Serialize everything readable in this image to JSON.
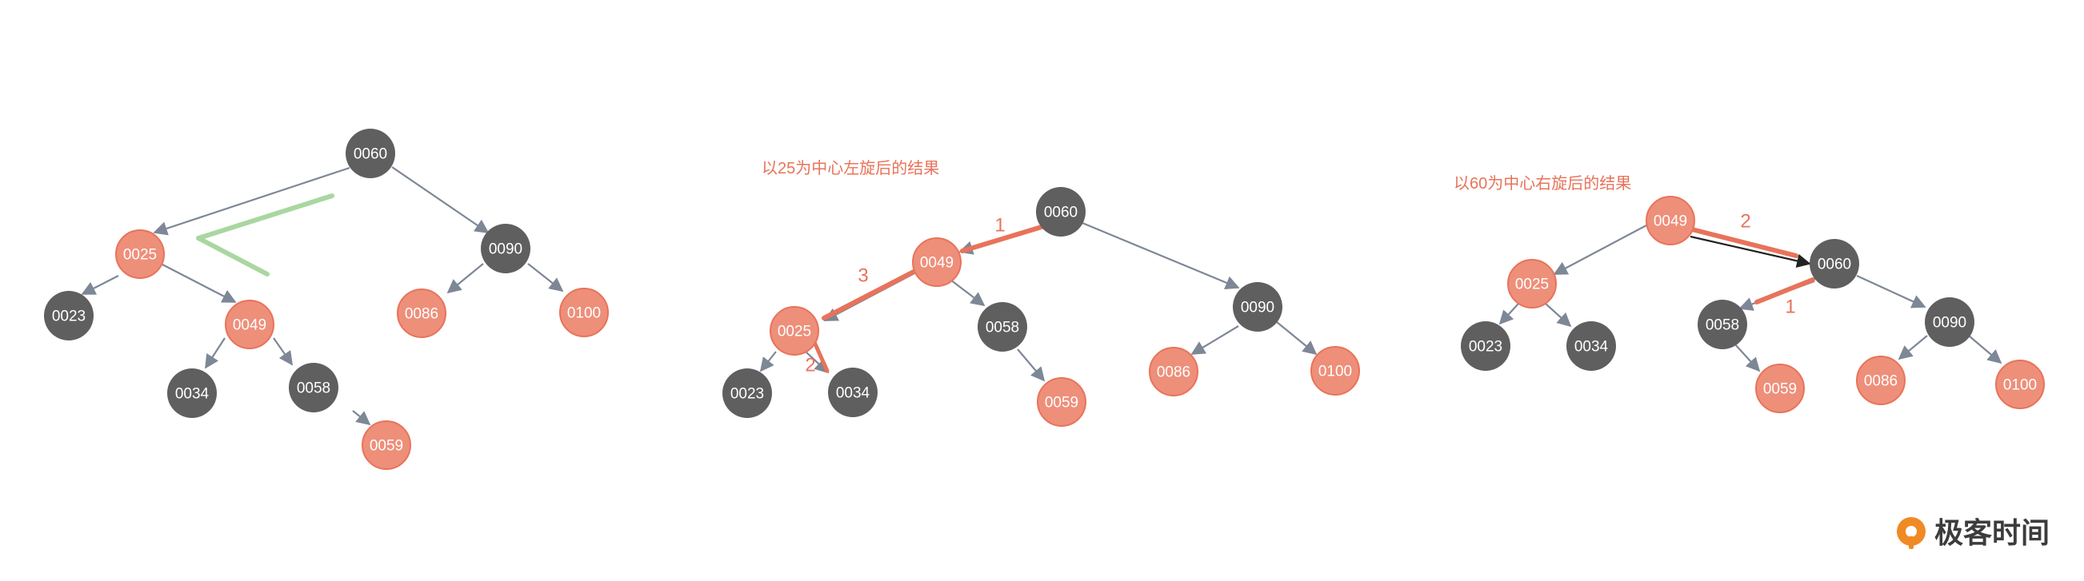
{
  "colors": {
    "black_node": "#5f5f5f",
    "red_node": "#ee8f7a",
    "red_stroke": "#e8735a",
    "edge": "#7d8796",
    "highlight": "#e8735a",
    "green_mark": "#a9d7a0",
    "brand_orange": "#f08a24"
  },
  "captions": {
    "left_rotate": "以25为中心左旋后的结果",
    "right_rotate": "以60为中心右旋后的结果"
  },
  "brand": {
    "text": "极客时间"
  },
  "trees": [
    {
      "id": "original",
      "nodes": [
        {
          "label": "0060",
          "color": "black"
        },
        {
          "label": "0025",
          "color": "red"
        },
        {
          "label": "0090",
          "color": "black"
        },
        {
          "label": "0023",
          "color": "black"
        },
        {
          "label": "0049",
          "color": "red"
        },
        {
          "label": "0086",
          "color": "red"
        },
        {
          "label": "0100",
          "color": "red"
        },
        {
          "label": "0034",
          "color": "black"
        },
        {
          "label": "0058",
          "color": "black"
        },
        {
          "label": "0059",
          "color": "red"
        }
      ]
    },
    {
      "id": "after-left-rotation",
      "nodes": [
        {
          "label": "0060",
          "color": "black"
        },
        {
          "label": "0049",
          "color": "red"
        },
        {
          "label": "0090",
          "color": "black"
        },
        {
          "label": "0025",
          "color": "red"
        },
        {
          "label": "0058",
          "color": "black"
        },
        {
          "label": "0086",
          "color": "red"
        },
        {
          "label": "0100",
          "color": "red"
        },
        {
          "label": "0023",
          "color": "black"
        },
        {
          "label": "0034",
          "color": "black"
        },
        {
          "label": "0059",
          "color": "red"
        }
      ],
      "steps": [
        "1",
        "3",
        "2"
      ]
    },
    {
      "id": "after-right-rotation",
      "nodes": [
        {
          "label": "0049",
          "color": "red"
        },
        {
          "label": "0025",
          "color": "red"
        },
        {
          "label": "0060",
          "color": "black"
        },
        {
          "label": "0023",
          "color": "black"
        },
        {
          "label": "0034",
          "color": "black"
        },
        {
          "label": "0058",
          "color": "black"
        },
        {
          "label": "0090",
          "color": "black"
        },
        {
          "label": "0059",
          "color": "red"
        },
        {
          "label": "0086",
          "color": "red"
        },
        {
          "label": "0100",
          "color": "red"
        }
      ],
      "steps": [
        "2",
        "1"
      ]
    }
  ]
}
